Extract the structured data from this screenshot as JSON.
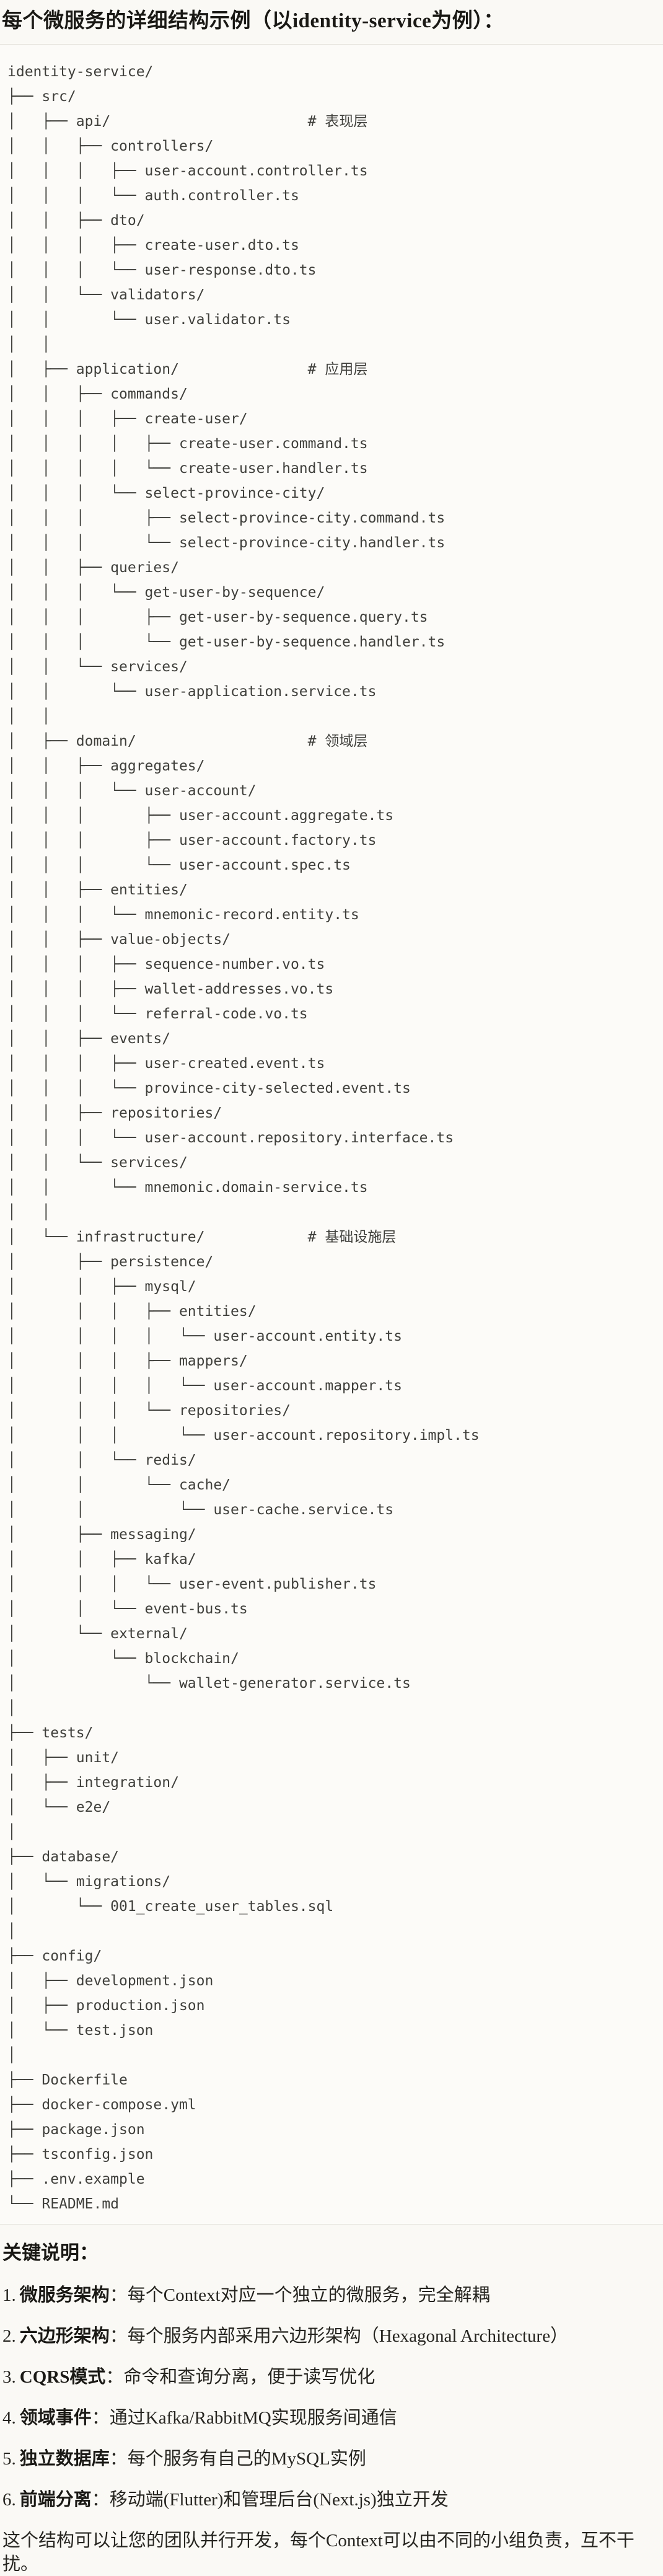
{
  "header": {
    "title": "每个微服务的详细结构示例（以identity-service为例）："
  },
  "tree": {
    "lines": [
      "identity-service/",
      "├── src/",
      "│   ├── api/                       # 表现层",
      "│   │   ├── controllers/",
      "│   │   │   ├── user-account.controller.ts",
      "│   │   │   └── auth.controller.ts",
      "│   │   ├── dto/",
      "│   │   │   ├── create-user.dto.ts",
      "│   │   │   └── user-response.dto.ts",
      "│   │   └── validators/",
      "│   │       └── user.validator.ts",
      "│   │",
      "│   ├── application/               # 应用层",
      "│   │   ├── commands/",
      "│   │   │   ├── create-user/",
      "│   │   │   │   ├── create-user.command.ts",
      "│   │   │   │   └── create-user.handler.ts",
      "│   │   │   └── select-province-city/",
      "│   │   │       ├── select-province-city.command.ts",
      "│   │   │       └── select-province-city.handler.ts",
      "│   │   ├── queries/",
      "│   │   │   └── get-user-by-sequence/",
      "│   │   │       ├── get-user-by-sequence.query.ts",
      "│   │   │       └── get-user-by-sequence.handler.ts",
      "│   │   └── services/",
      "│   │       └── user-application.service.ts",
      "│   │",
      "│   ├── domain/                    # 领域层",
      "│   │   ├── aggregates/",
      "│   │   │   └── user-account/",
      "│   │   │       ├── user-account.aggregate.ts",
      "│   │   │       ├── user-account.factory.ts",
      "│   │   │       └── user-account.spec.ts",
      "│   │   ├── entities/",
      "│   │   │   └── mnemonic-record.entity.ts",
      "│   │   ├── value-objects/",
      "│   │   │   ├── sequence-number.vo.ts",
      "│   │   │   ├── wallet-addresses.vo.ts",
      "│   │   │   └── referral-code.vo.ts",
      "│   │   ├── events/",
      "│   │   │   ├── user-created.event.ts",
      "│   │   │   └── province-city-selected.event.ts",
      "│   │   ├── repositories/",
      "│   │   │   └── user-account.repository.interface.ts",
      "│   │   └── services/",
      "│   │       └── mnemonic.domain-service.ts",
      "│   │",
      "│   └── infrastructure/            # 基础设施层",
      "│       ├── persistence/",
      "│       │   ├── mysql/",
      "│       │   │   ├── entities/",
      "│       │   │   │   └── user-account.entity.ts",
      "│       │   │   ├── mappers/",
      "│       │   │   │   └── user-account.mapper.ts",
      "│       │   │   └── repositories/",
      "│       │   │       └── user-account.repository.impl.ts",
      "│       │   └── redis/",
      "│       │       └── cache/",
      "│       │           └── user-cache.service.ts",
      "│       ├── messaging/",
      "│       │   ├── kafka/",
      "│       │   │   └── user-event.publisher.ts",
      "│       │   └── event-bus.ts",
      "│       └── external/",
      "│           └── blockchain/",
      "│               └── wallet-generator.service.ts",
      "│",
      "├── tests/",
      "│   ├── unit/",
      "│   ├── integration/",
      "│   └── e2e/",
      "│",
      "├── database/",
      "│   └── migrations/",
      "│       └── 001_create_user_tables.sql",
      "│",
      "├── config/",
      "│   ├── development.json",
      "│   ├── production.json",
      "│   └── test.json",
      "│",
      "├── Dockerfile",
      "├── docker-compose.yml",
      "├── package.json",
      "├── tsconfig.json",
      "├── .env.example",
      "└── README.md"
    ]
  },
  "notes": {
    "heading": "关键说明：",
    "items": [
      {
        "num": "1.",
        "label": "微服务架构",
        "text": "：每个Context对应一个独立的微服务，完全解耦"
      },
      {
        "num": "2.",
        "label": "六边形架构",
        "text": "：每个服务内部采用六边形架构（Hexagonal Architecture）"
      },
      {
        "num": "3.",
        "label": "CQRS模式",
        "text": "：命令和查询分离，便于读写优化"
      },
      {
        "num": "4.",
        "label": "领域事件",
        "text": "：通过Kafka/RabbitMQ实现服务间通信"
      },
      {
        "num": "5.",
        "label": "独立数据库",
        "text": "：每个服务有自己的MySQL实例"
      },
      {
        "num": "6.",
        "label": "前端分离",
        "text": "：移动端(Flutter)和管理后台(Next.js)独立开发"
      }
    ],
    "footer": "这个结构可以让您的团队并行开发，每个Context可以由不同的小组负责，互不干扰。"
  }
}
